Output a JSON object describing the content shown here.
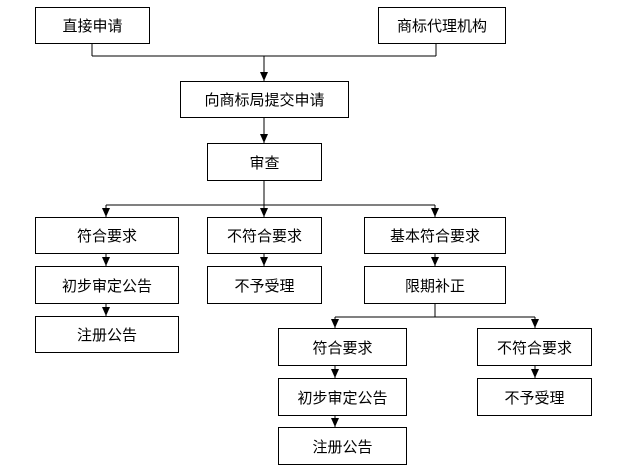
{
  "flowchart": {
    "nodes": {
      "direct": "直接申请",
      "agency": "商标代理机构",
      "submit": "向商标局提交申请",
      "review": "审查",
      "meets1": "符合要求",
      "notmeets1": "不符合要求",
      "basicmeets": "基本符合要求",
      "prelim1": "初步审定公告",
      "reject1": "不予受理",
      "correction": "限期补正",
      "register1": "注册公告",
      "meets2": "符合要求",
      "notmeets2": "不符合要求",
      "prelim2": "初步审定公告",
      "reject2": "不予受理",
      "register2": "注册公告"
    },
    "edges": [
      [
        "direct",
        "submit"
      ],
      [
        "agency",
        "submit"
      ],
      [
        "submit",
        "review"
      ],
      [
        "review",
        "meets1"
      ],
      [
        "review",
        "notmeets1"
      ],
      [
        "review",
        "basicmeets"
      ],
      [
        "meets1",
        "prelim1"
      ],
      [
        "prelim1",
        "register1"
      ],
      [
        "notmeets1",
        "reject1"
      ],
      [
        "basicmeets",
        "correction"
      ],
      [
        "correction",
        "meets2"
      ],
      [
        "correction",
        "notmeets2"
      ],
      [
        "meets2",
        "prelim2"
      ],
      [
        "prelim2",
        "register2"
      ],
      [
        "notmeets2",
        "reject2"
      ]
    ],
    "colors": {
      "line": "#000000",
      "box_border": "#000000",
      "background": "#ffffff"
    }
  }
}
